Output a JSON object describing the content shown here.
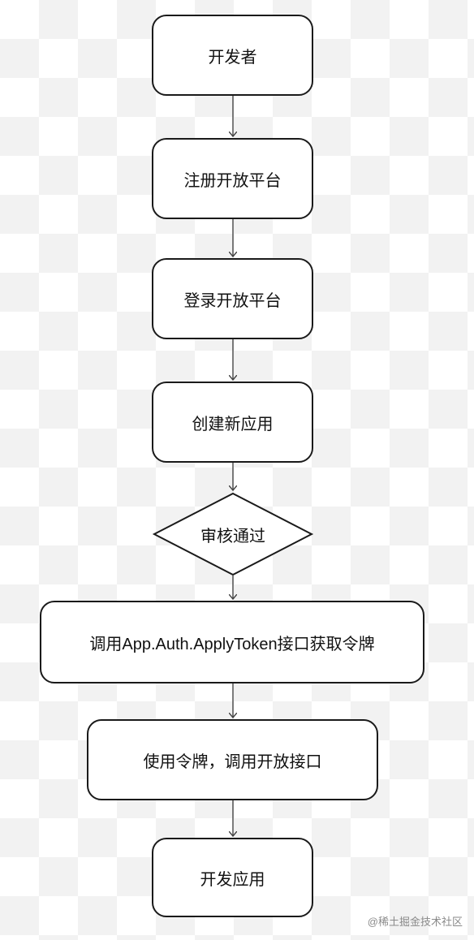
{
  "nodes": {
    "developer": "开发者",
    "register": "注册开放平台",
    "login": "登录开放平台",
    "create_app": "创建新应用",
    "review_passed": "审核通过",
    "get_token": "调用App.Auth.ApplyToken接口获取令牌",
    "use_token": "使用令牌，调用开放接口",
    "develop_app": "开发应用"
  },
  "watermark": "@稀土掘金技术社区",
  "colors": {
    "stroke": "#1a1a1a",
    "node_fill": "#ffffff",
    "text": "#111111",
    "background_check": "#f2f2f2"
  }
}
